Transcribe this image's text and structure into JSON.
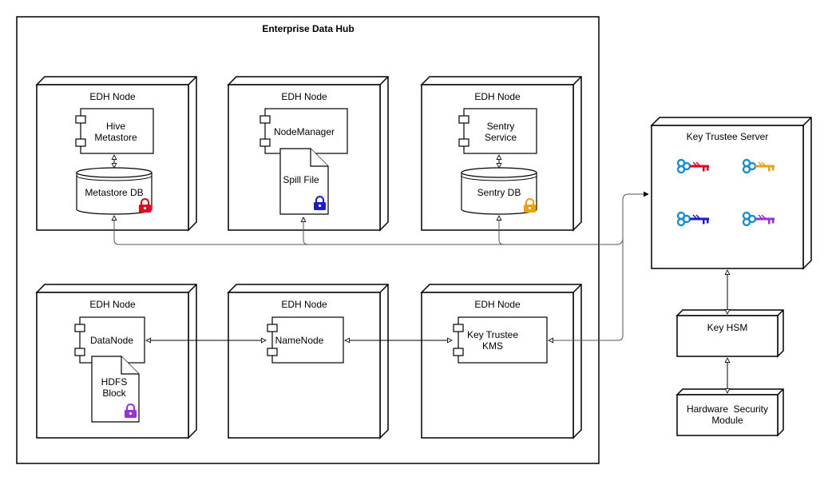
{
  "hub": {
    "title": "Enterprise Data Hub"
  },
  "nodes": [
    {
      "title": "EDH Node",
      "component": [
        "Hive",
        "Metastore"
      ],
      "store": "Metastore DB",
      "lock_color": "#e8001c"
    },
    {
      "title": "EDH Node",
      "component": [
        "NodeManager"
      ],
      "file": "Spill File",
      "lock_color": "#1a1ad6"
    },
    {
      "title": "EDH Node",
      "component": [
        "Sentry",
        "Service"
      ],
      "store": "Sentry DB",
      "lock_color": "#f0a000"
    },
    {
      "title": "EDH Node",
      "component": [
        "DataNode"
      ],
      "file": [
        "HDFS",
        "Block"
      ],
      "lock_color": "#9b30d9"
    },
    {
      "title": "EDH Node",
      "component": [
        "NameNode"
      ]
    },
    {
      "title": "EDH Node",
      "component": [
        "Key Trustee",
        "KMS"
      ]
    }
  ],
  "key_trustee_server": {
    "title": "Key Trustee Server",
    "keys": [
      {
        "icon": "key-icon",
        "color": "#e8001c"
      },
      {
        "icon": "key-icon",
        "color": "#f0a000"
      },
      {
        "icon": "key-icon",
        "color": "#1a1ad6"
      },
      {
        "icon": "key-icon",
        "color": "#9b30d9"
      }
    ],
    "key_bow_color": "#1a8fd0"
  },
  "key_hsm": {
    "title": "Key HSM"
  },
  "hardware_security_module": {
    "title": [
      "Hardware  Security",
      "Module"
    ]
  }
}
